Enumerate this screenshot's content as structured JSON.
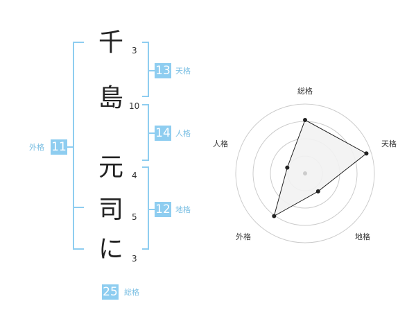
{
  "name": {
    "chars": [
      {
        "char": "千",
        "strokes": "3"
      },
      {
        "char": "島",
        "strokes": "10"
      },
      {
        "char": "元",
        "strokes": "4"
      },
      {
        "char": "司",
        "strokes": "5"
      },
      {
        "char": "に",
        "strokes": "3"
      }
    ]
  },
  "fortune": {
    "tenkaku": {
      "value": "13",
      "label": "天格"
    },
    "jinkaku": {
      "value": "14",
      "label": "人格"
    },
    "chikaku": {
      "value": "12",
      "label": "地格"
    },
    "gaikaku": {
      "value": "11",
      "label": "外格"
    },
    "soukaku": {
      "value": "25",
      "label": "総格"
    }
  },
  "chart_data": {
    "type": "radar",
    "axes": [
      "総格",
      "天格",
      "地格",
      "外格",
      "人格"
    ],
    "values": [
      0.77,
      0.93,
      0.32,
      0.76,
      0.27
    ],
    "colors": {
      "fill": "#f2f2f2",
      "line": "#222222",
      "grid": "#cccccc",
      "center": "#cccccc"
    }
  }
}
